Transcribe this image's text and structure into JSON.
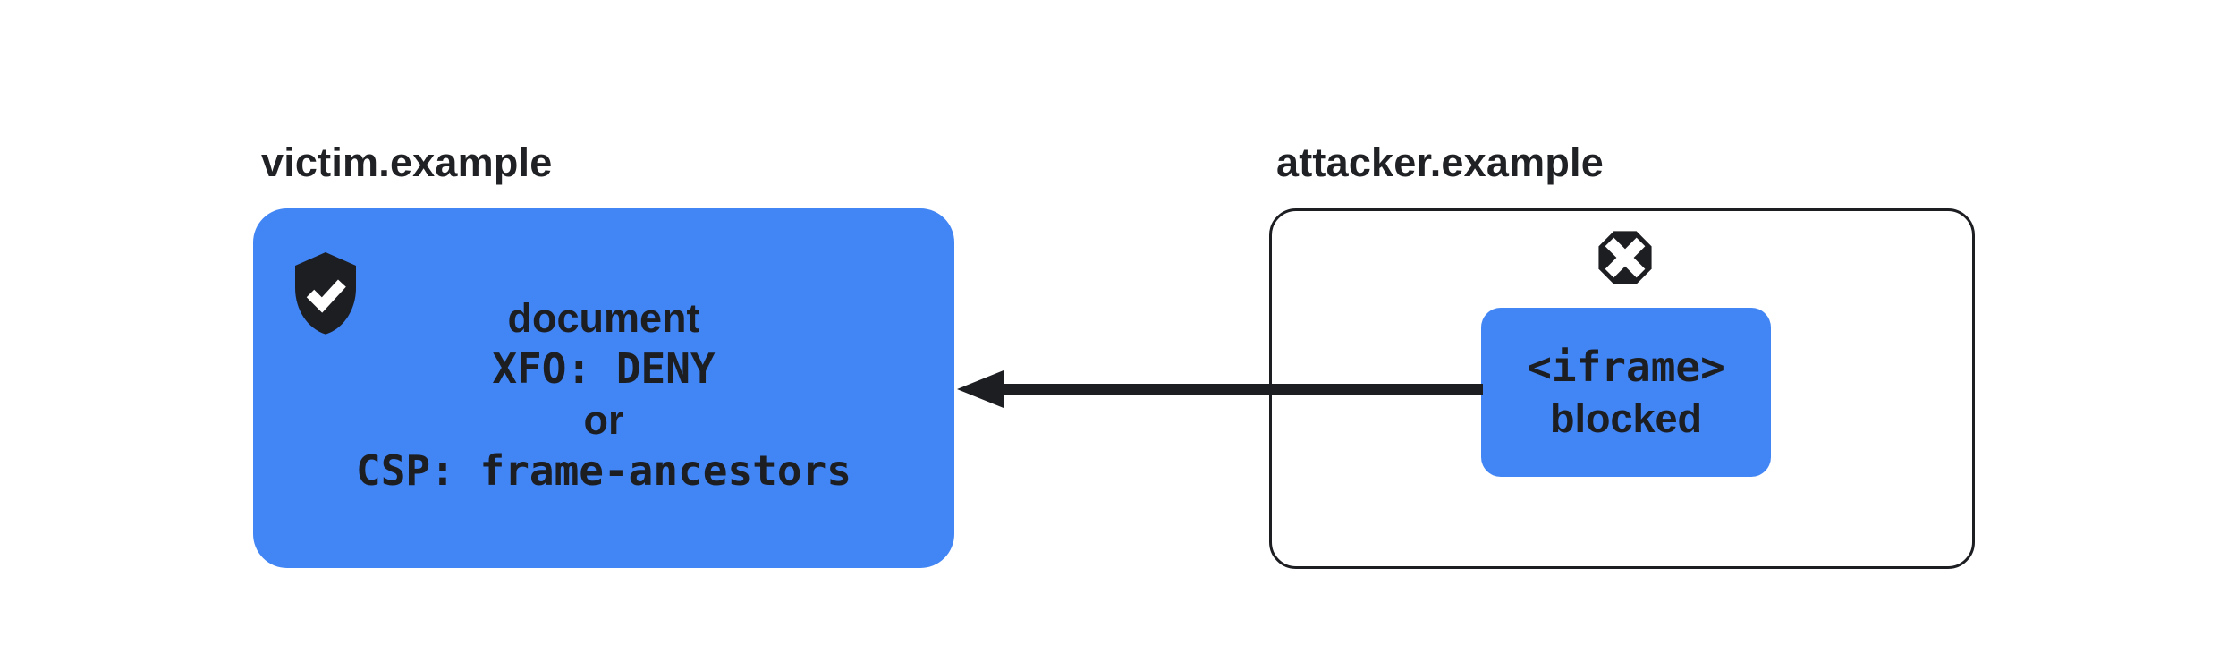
{
  "colors": {
    "blue": "#4285F4",
    "ink": "#1C1E22",
    "text": "#202124",
    "background": "#FFFFFF"
  },
  "victim": {
    "label": "victim.example",
    "icon": "shield-check-icon",
    "lines": [
      "document",
      "XFO: DENY",
      "or",
      "CSP: frame-ancestors"
    ]
  },
  "attacker": {
    "label": "attacker.example",
    "icon": "blocked-octagon-icon",
    "iframe_line1": "<iframe>",
    "iframe_line2": "blocked"
  },
  "arrow": {
    "direction": "right-to-left"
  }
}
